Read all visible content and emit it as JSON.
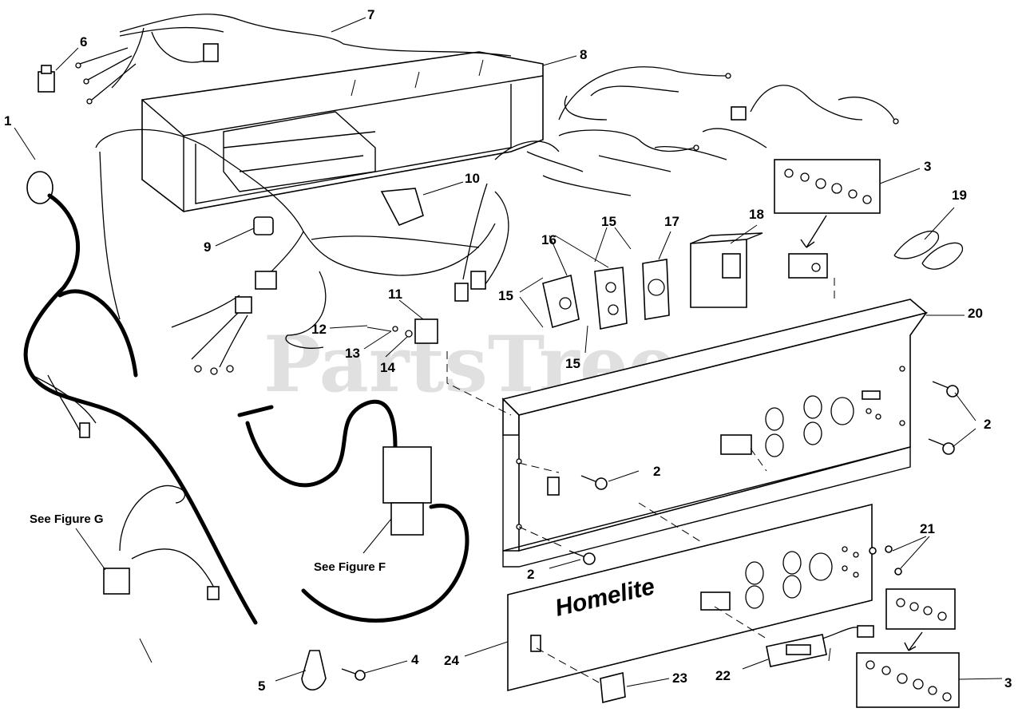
{
  "watermark": "PartsTree",
  "brand": "Homelite",
  "labels": {
    "p1": "1",
    "p2a": "2",
    "p2b": "2",
    "p2c": "2",
    "p3a": "3",
    "p3b": "3",
    "p4": "4",
    "p5": "5",
    "p6": "6",
    "p7": "7",
    "p8": "8",
    "p9": "9",
    "p10": "10",
    "p11": "11",
    "p12": "12",
    "p13": "13",
    "p14": "14",
    "p15a": "15",
    "p15b": "15",
    "p15c": "15",
    "p16": "16",
    "p17": "17",
    "p18": "18",
    "p19": "19",
    "p20": "20",
    "p21": "21",
    "p22": "22",
    "p23": "23",
    "p24": "24"
  },
  "references": {
    "figure_g": "See Figure G",
    "figure_f": "See Figure F"
  }
}
